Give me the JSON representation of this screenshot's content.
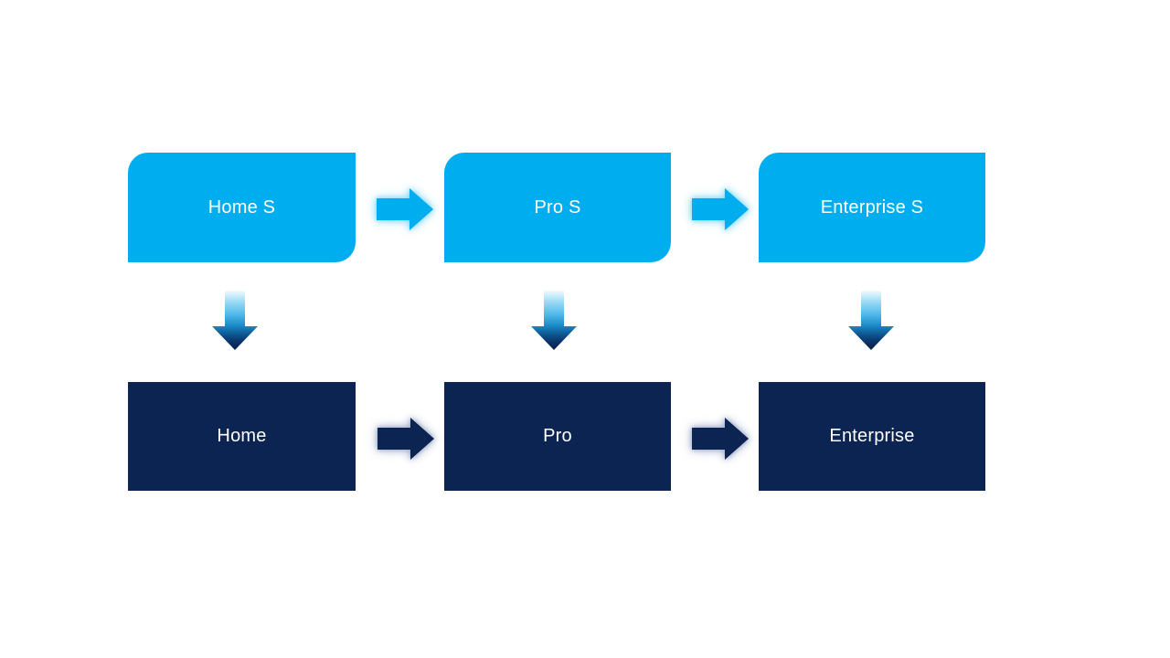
{
  "slide": {
    "background": "#FFFFFF"
  },
  "diagram": {
    "type": "flow",
    "columns": [
      {
        "top_label": "Home S",
        "bottom_label": "Home"
      },
      {
        "top_label": "Pro S",
        "bottom_label": "Pro"
      },
      {
        "top_label": "Enterprise S",
        "bottom_label": "Enterprise"
      }
    ],
    "colors": {
      "top_box_fill": "#00AEEF",
      "bottom_box_fill": "#0C2452",
      "label_text": "#FFFFFF",
      "top_arrow_fill": "#00AEEF",
      "top_arrow_glow": "#79D5F7",
      "bottom_arrow_fill": "#0C2452",
      "bottom_arrow_glow": "#94A4C4",
      "vertical_arrow_gradient": [
        "#F2FAFE",
        "#9FDCF6",
        "#49B5E8",
        "#1887C5",
        "#0D5590",
        "#0A1F44"
      ]
    }
  }
}
